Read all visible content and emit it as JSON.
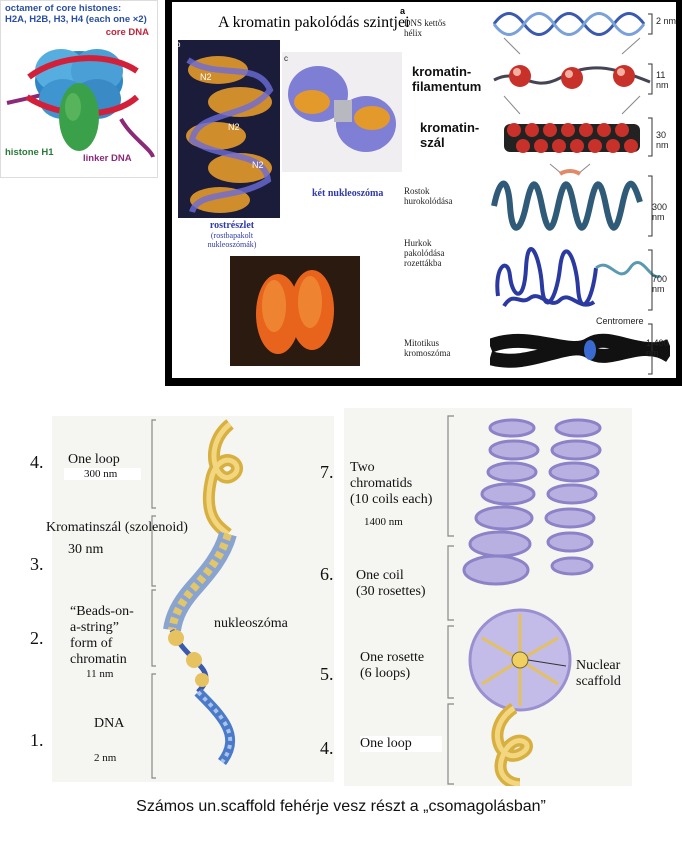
{
  "panel1": {
    "title_line1": "octamer of core histones:",
    "title_line2": "H2A, H2B, H3, H4 (each one ×2)",
    "core_dna": "core DNA",
    "histone_h1": "histone H1",
    "linker_dna": "linker DNA"
  },
  "panel2": {
    "heading": "A kromatin pakolódás szintjei",
    "panel_b": "b",
    "panel_c": "c",
    "panel_a": "a",
    "n2_a": "N2",
    "n2_b": "N2",
    "n2_c": "N2",
    "caption_left_1": "rostrészlet",
    "caption_left_2": "(rostbapakolt",
    "caption_left_3": "nukleoszómák)",
    "caption_mid": "két nukleoszóma",
    "levels": [
      {
        "label1": "DNS kettős",
        "label2": "hélix",
        "measure": "2 nm"
      },
      {
        "label1": "kromatin-",
        "label2": "filamentum",
        "measure": "11 nm"
      },
      {
        "label1": "kromatin-",
        "label2": "szál",
        "measure": "30 nm"
      },
      {
        "label1": "Rostok",
        "label2": "hurokolódása",
        "measure": "300 nm"
      },
      {
        "label1": "Hurkok",
        "label2": "pakolódása",
        "label3": "rozettákba",
        "measure": "700 nm"
      },
      {
        "label1": "Mitotikus",
        "label2": "kromoszóma",
        "measure": "1,400 nm"
      }
    ],
    "centromere": "Centromere"
  },
  "panel3": {
    "items": [
      {
        "num": "4.",
        "label": "One loop",
        "size": "300 nm"
      },
      {
        "num": "3.",
        "label": "Kromatinszál  (szolenoid)",
        "label2": "30 nm"
      },
      {
        "num": "2.",
        "label1": "“Beads-on-",
        "label2": "a-string”",
        "label3": "form of",
        "label4": "chromatin",
        "size": "11 nm"
      },
      {
        "num": "1.",
        "label": "DNA",
        "size": "2 nm"
      }
    ],
    "nukleoszoma": "nukleoszóma"
  },
  "panel4": {
    "items": [
      {
        "num": "7.",
        "label1": "Two",
        "label2": "chromatids",
        "label3": "(10 coils each)",
        "size": "1400 nm"
      },
      {
        "num": "6.",
        "label1": "One coil",
        "label2": "(30 rosettes)"
      },
      {
        "num": "5.",
        "label1": "One rosette",
        "label2": "(6 loops)"
      },
      {
        "num": "4.",
        "label1": "One loop"
      }
    ],
    "nuclear_scaffold_1": "Nuclear",
    "nuclear_scaffold_2": "scaffold"
  },
  "caption": "Számos un.scaffold fehérje vesz részt a „csomagolásban”",
  "colors": {
    "histone_blue": "#4aa0d6",
    "h1_green": "#3aa04a",
    "dna_red": "#d2203a",
    "orange_chromosome": "#e8641c",
    "panel_bg_gray": "#f5f5f2"
  }
}
